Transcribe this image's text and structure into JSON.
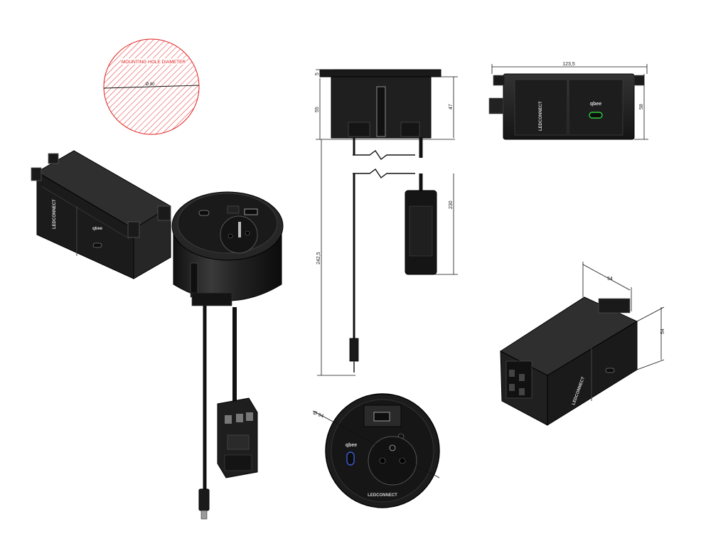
{
  "mounting_hole": {
    "label": "MOUNTING HOLE DIAMETER",
    "diameter": "Ø 80"
  },
  "side_view": {
    "dim_flange": "5",
    "dim_body": "55",
    "dim_inner": "47",
    "dim_total_length": "242,5",
    "dim_connector": "230"
  },
  "top_module": {
    "dim_width": "123,5",
    "dim_height": "58",
    "brand": "LEDCONNECT",
    "qi_label": "qbee"
  },
  "iso_module": {
    "dim_depth": "54",
    "dim_height": "54"
  },
  "bottom_view": {
    "dim_diameter": "Ø 94",
    "qi_label": "qbee",
    "brand": "LEDCONNECT"
  },
  "colors": {
    "body": "#1c1c1c",
    "body_mid": "#2a2a2a",
    "body_light": "#3a3a3a",
    "hatch": "#e0201e",
    "usb_c_accent": "#2ecc40",
    "usb_c_blue": "#3a5bd9"
  }
}
